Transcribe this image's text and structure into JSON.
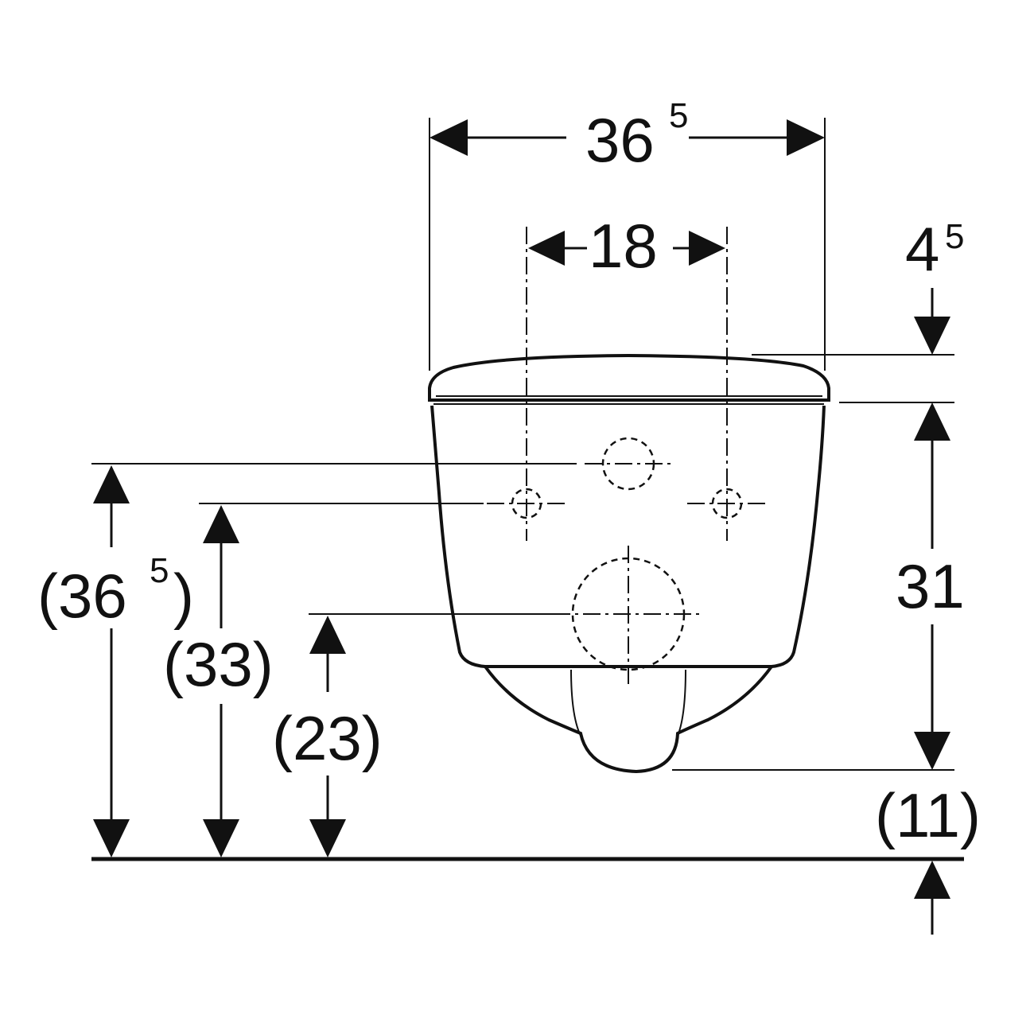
{
  "dimensions": {
    "overall_width": {
      "value": "36",
      "sup": "5"
    },
    "bolt_spacing": {
      "value": "18"
    },
    "seat_thickness": {
      "value": "4",
      "sup": "5"
    },
    "bowl_height": {
      "value": "31"
    },
    "bottom_clearance": {
      "value": "(11)"
    },
    "inlet_height": {
      "open": "(36",
      "sup": "5",
      "close": ")"
    },
    "bolt_height": {
      "value": "(33)"
    },
    "outlet_height": {
      "value": "(23)"
    }
  }
}
